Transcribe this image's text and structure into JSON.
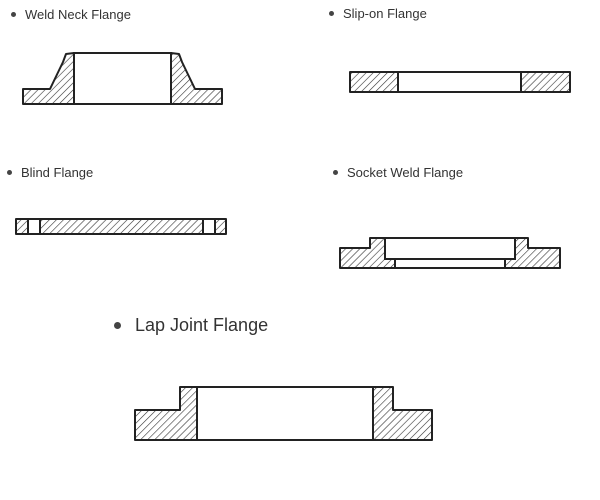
{
  "items": [
    {
      "label": "Weld Neck Flange"
    },
    {
      "label": "Slip-on Flange"
    },
    {
      "label": "Blind Flange"
    },
    {
      "label": "Socket Weld Flange"
    },
    {
      "label": "Lap Joint Flange"
    }
  ]
}
